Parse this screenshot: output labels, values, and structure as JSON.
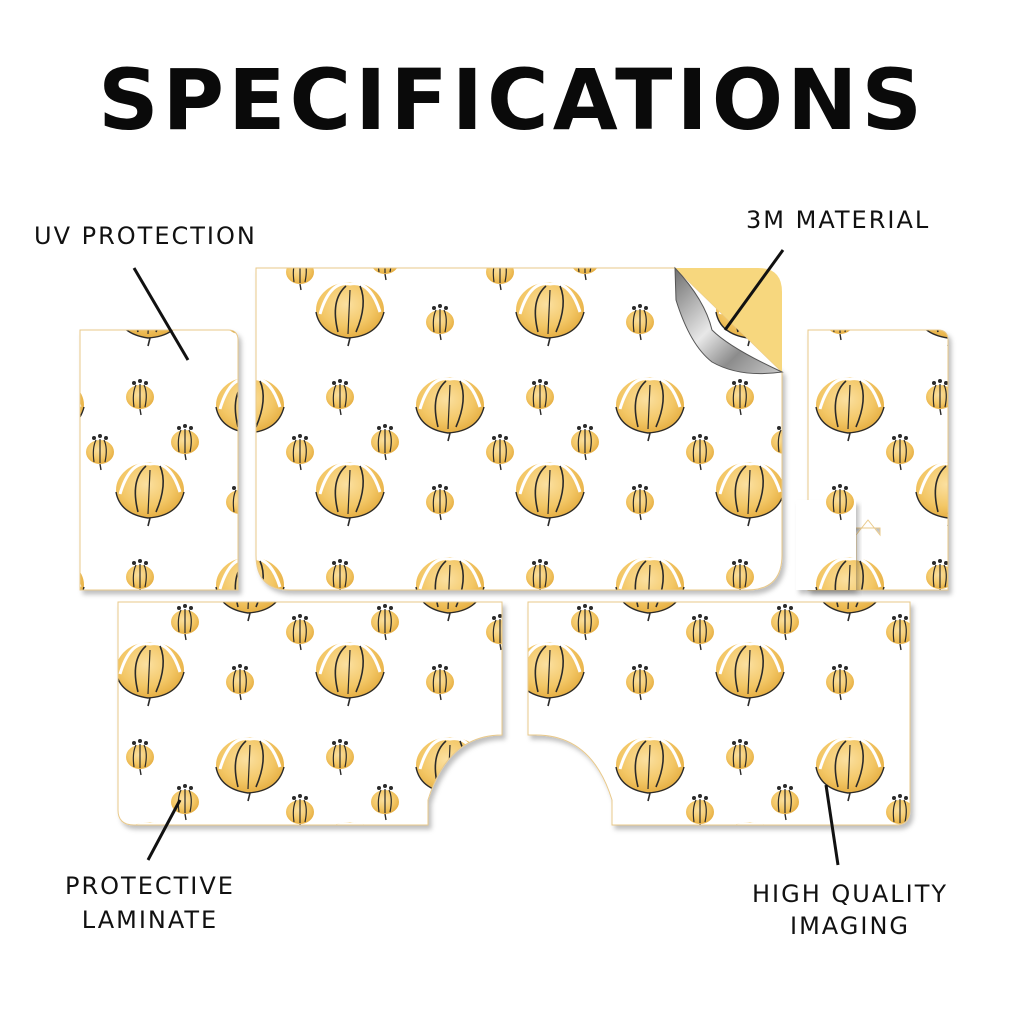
{
  "title": "SPECIFICATIONS",
  "callouts": {
    "uv_protection": "UV PROTECTION",
    "material": "3M MATERIAL",
    "laminate_line1": "PROTECTIVE",
    "laminate_line2": "LAMINATE",
    "imaging_line1": "HIGH QUALITY",
    "imaging_line2": "IMAGING"
  },
  "colors": {
    "text": "#111111",
    "petal": "#f3c766",
    "petal_dark": "#e3a93b",
    "outline": "#2a2a2a",
    "backing_yellow": "#f7d77e",
    "metal": "#9a9a9a"
  }
}
